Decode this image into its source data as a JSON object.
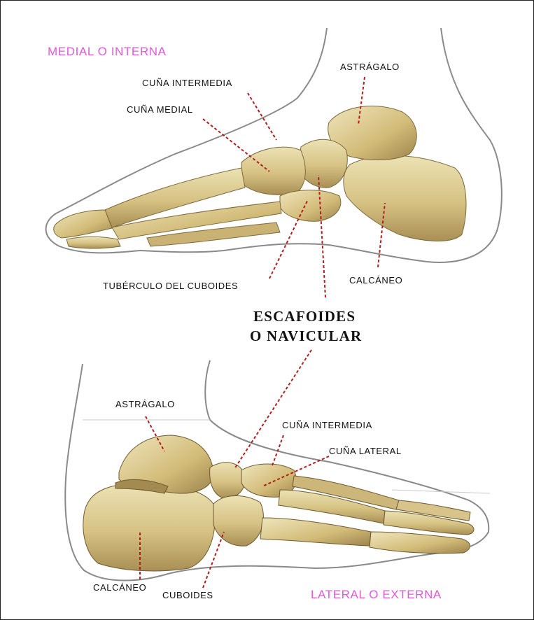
{
  "colors": {
    "view_label": "#e05ad8",
    "leader": "#b01e1e",
    "bone_light": "#e6d9a6",
    "bone_mid": "#d3be7c",
    "bone_shadow": "#9c844c",
    "outline": "#8a8a8a"
  },
  "top_view": {
    "orientation_label": "MEDIAL O INTERNA",
    "labels": {
      "astragalo": "ASTRÁGALO",
      "cuna_intermedia": "CUÑA INTERMEDIA",
      "cuna_medial": "CUÑA MEDIAL",
      "tuberculo_cuboides": "TUBÉRCULO DEL CUBOIDES",
      "calcaneo": "CALCÁNEO"
    }
  },
  "center": {
    "line1": "ESCAFOIDES",
    "line2": "O NAVICULAR"
  },
  "bottom_view": {
    "orientation_label": "LATERAL O EXTERNA",
    "labels": {
      "astragalo": "ASTRÁGALO",
      "cuna_intermedia": "CUÑA INTERMEDIA",
      "cuna_lateral": "CUÑA LATERAL",
      "calcaneo": "CALCÁNEO",
      "cuboides": "CUBOIDES"
    }
  }
}
